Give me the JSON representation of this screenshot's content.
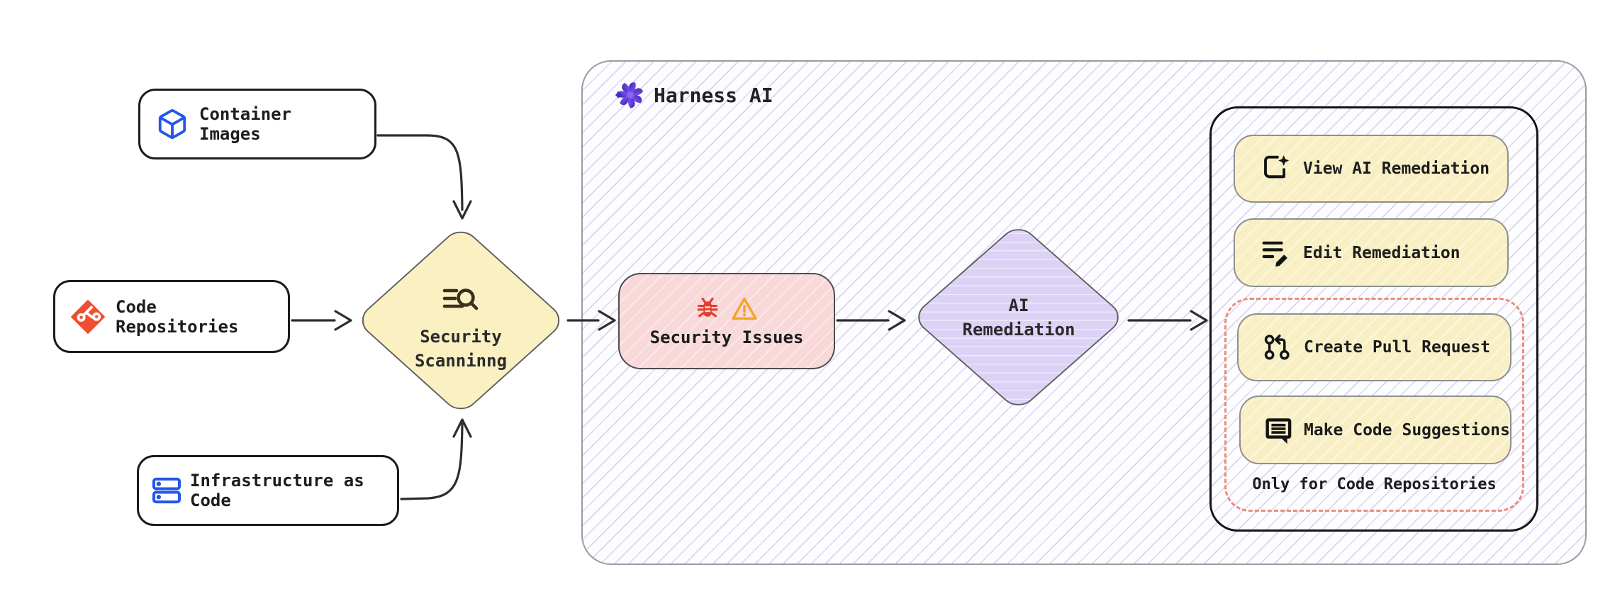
{
  "sources": [
    {
      "label": "Container Images",
      "icon": "container-cube-icon"
    },
    {
      "label": "Code Repositories",
      "icon": "git-icon"
    },
    {
      "label": "Infrastructure as Code",
      "icon": "server-stack-icon"
    }
  ],
  "scanning": {
    "line1": "Security",
    "line2": "Scanninng",
    "icon": "scan-search-icon"
  },
  "harness": {
    "title": "Harness AI",
    "icon": "harness-flower-icon"
  },
  "issues": {
    "label": "Security Issues",
    "icons": [
      "bug-icon",
      "warning-icon"
    ]
  },
  "remediation": {
    "line1": "AI",
    "line2": "Remediation"
  },
  "panel": {
    "view_label": "View AI Remediation",
    "edit_label": "Edit Remediation",
    "create_pr_label": "Create Pull Request",
    "suggestions_label": "Make Code Suggestions",
    "note": "Only for Code Repositories"
  },
  "colors": {
    "node_yellow": "#faf0c2",
    "node_pink": "#f8d8d8",
    "node_purple": "#ddd2f6",
    "dashed_red": "#ef8a7a",
    "harness_purple": "#6d3bef",
    "git_red": "#f04e32",
    "icon_blue": "#2457e6",
    "warning_orange": "#f5a524",
    "bug_red": "#e23d2e",
    "hatch_lavender": "#9696de",
    "arrow_dark": "#2d2d2d"
  }
}
